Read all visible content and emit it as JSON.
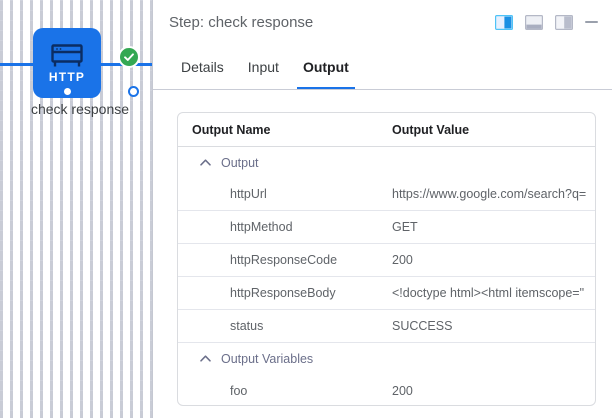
{
  "canvas": {
    "node": {
      "label": "check response",
      "icon_name": "http-node-icon",
      "badge_icon": "success-check-icon",
      "type_label": "HTTP",
      "node_color": "#1a73e8",
      "badge_color": "#34a853"
    },
    "ports": {
      "input_name": "node-input-port",
      "output_name": "node-output-port"
    }
  },
  "panel": {
    "header": {
      "title": "Step: check response",
      "actions": [
        {
          "name": "layout-split-left-icon",
          "active": true
        },
        {
          "name": "layout-dock-bottom-icon",
          "active": false
        },
        {
          "name": "layout-dock-right-icon",
          "active": false
        },
        {
          "name": "minimize-icon",
          "active": false
        }
      ]
    },
    "tabs": [
      {
        "label": "Details",
        "active": false
      },
      {
        "label": "Input",
        "active": false
      },
      {
        "label": "Output",
        "active": true
      }
    ],
    "accent_color": "#1a73e8",
    "table": {
      "columns": [
        "Output Name",
        "Output Value"
      ],
      "groups": [
        {
          "label": "Output",
          "expanded": true,
          "rows": [
            {
              "name": "httpUrl",
              "value": "https://www.google.com/search?q="
            },
            {
              "name": "httpMethod",
              "value": "GET"
            },
            {
              "name": "httpResponseCode",
              "value": "200"
            },
            {
              "name": "httpResponseBody",
              "value": "<!doctype html><html itemscope=\""
            },
            {
              "name": "status",
              "value": "SUCCESS"
            }
          ]
        },
        {
          "label": "Output Variables",
          "expanded": true,
          "rows": [
            {
              "name": "foo",
              "value": "200"
            }
          ]
        }
      ]
    }
  }
}
